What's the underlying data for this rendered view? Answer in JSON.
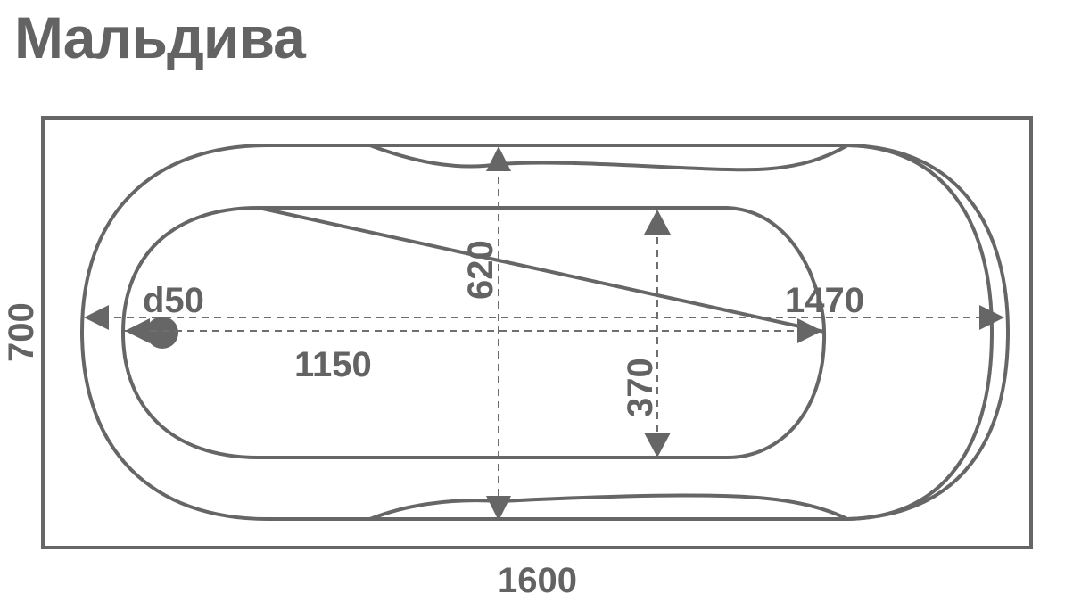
{
  "title": "Мальдива",
  "dimensions": {
    "overall_length": "1600",
    "overall_width": "700",
    "inner_length": "1470",
    "inner_width": "620",
    "bottom_length": "1150",
    "bottom_width": "370",
    "drain": "d50"
  },
  "colors": {
    "line": "#666666",
    "text": "#636363"
  }
}
